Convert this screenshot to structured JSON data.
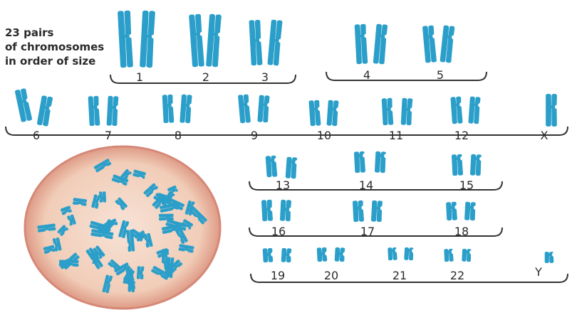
{
  "caption": {
    "line1": "23 pairs",
    "line2": "of chromosomes",
    "line3": "in order of size"
  },
  "colors": {
    "chromosome": "#2b9fc9",
    "bracket": "#333333",
    "cell_fill": "#f3d2bf",
    "cell_edge": "#d98a78"
  },
  "labels": {
    "c1": "1",
    "c2": "2",
    "c3": "3",
    "c4": "4",
    "c5": "5",
    "c6": "6",
    "c7": "7",
    "c8": "8",
    "c9": "9",
    "c10": "10",
    "c11": "11",
    "c12": "12",
    "cX": "X",
    "c13": "13",
    "c14": "14",
    "c15": "15",
    "c16": "16",
    "c17": "17",
    "c18": "18",
    "c19": "19",
    "c20": "20",
    "c21": "21",
    "c22": "22",
    "cY": "Y"
  }
}
